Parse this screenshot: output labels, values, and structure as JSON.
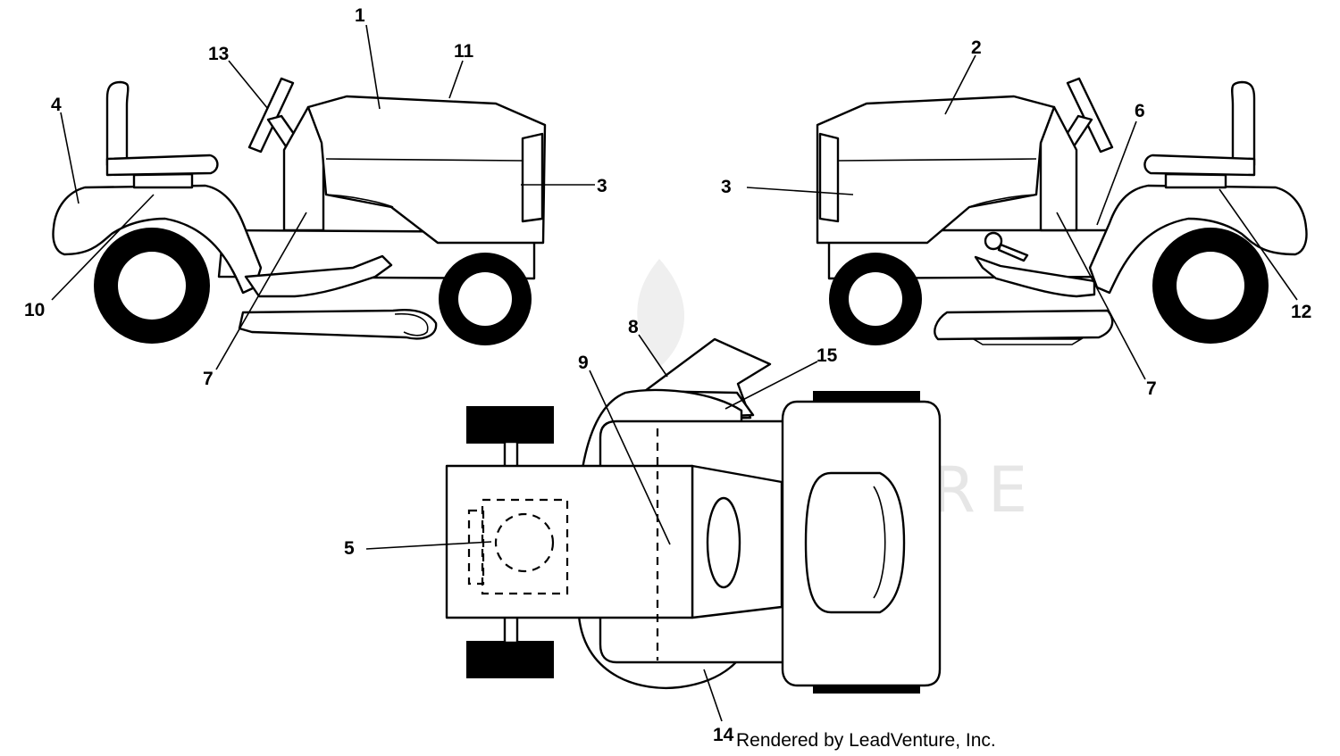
{
  "diagram": {
    "callouts": {
      "c1": "1",
      "c11": "11",
      "c13": "13",
      "c4": "4",
      "c3l": "3",
      "c10": "10",
      "c7l": "7",
      "c2": "2",
      "c6": "6",
      "c3r": "3",
      "c12": "12",
      "c7r": "7",
      "c8": "8",
      "c9": "9",
      "c15": "15",
      "c5": "5",
      "c14": "14"
    },
    "credit": "Rendered by LeadVenture, Inc.",
    "watermark": "LEADVENTURE",
    "colors": {
      "line": "#000000",
      "background": "#ffffff",
      "watermark": "#e6e6e6"
    }
  }
}
